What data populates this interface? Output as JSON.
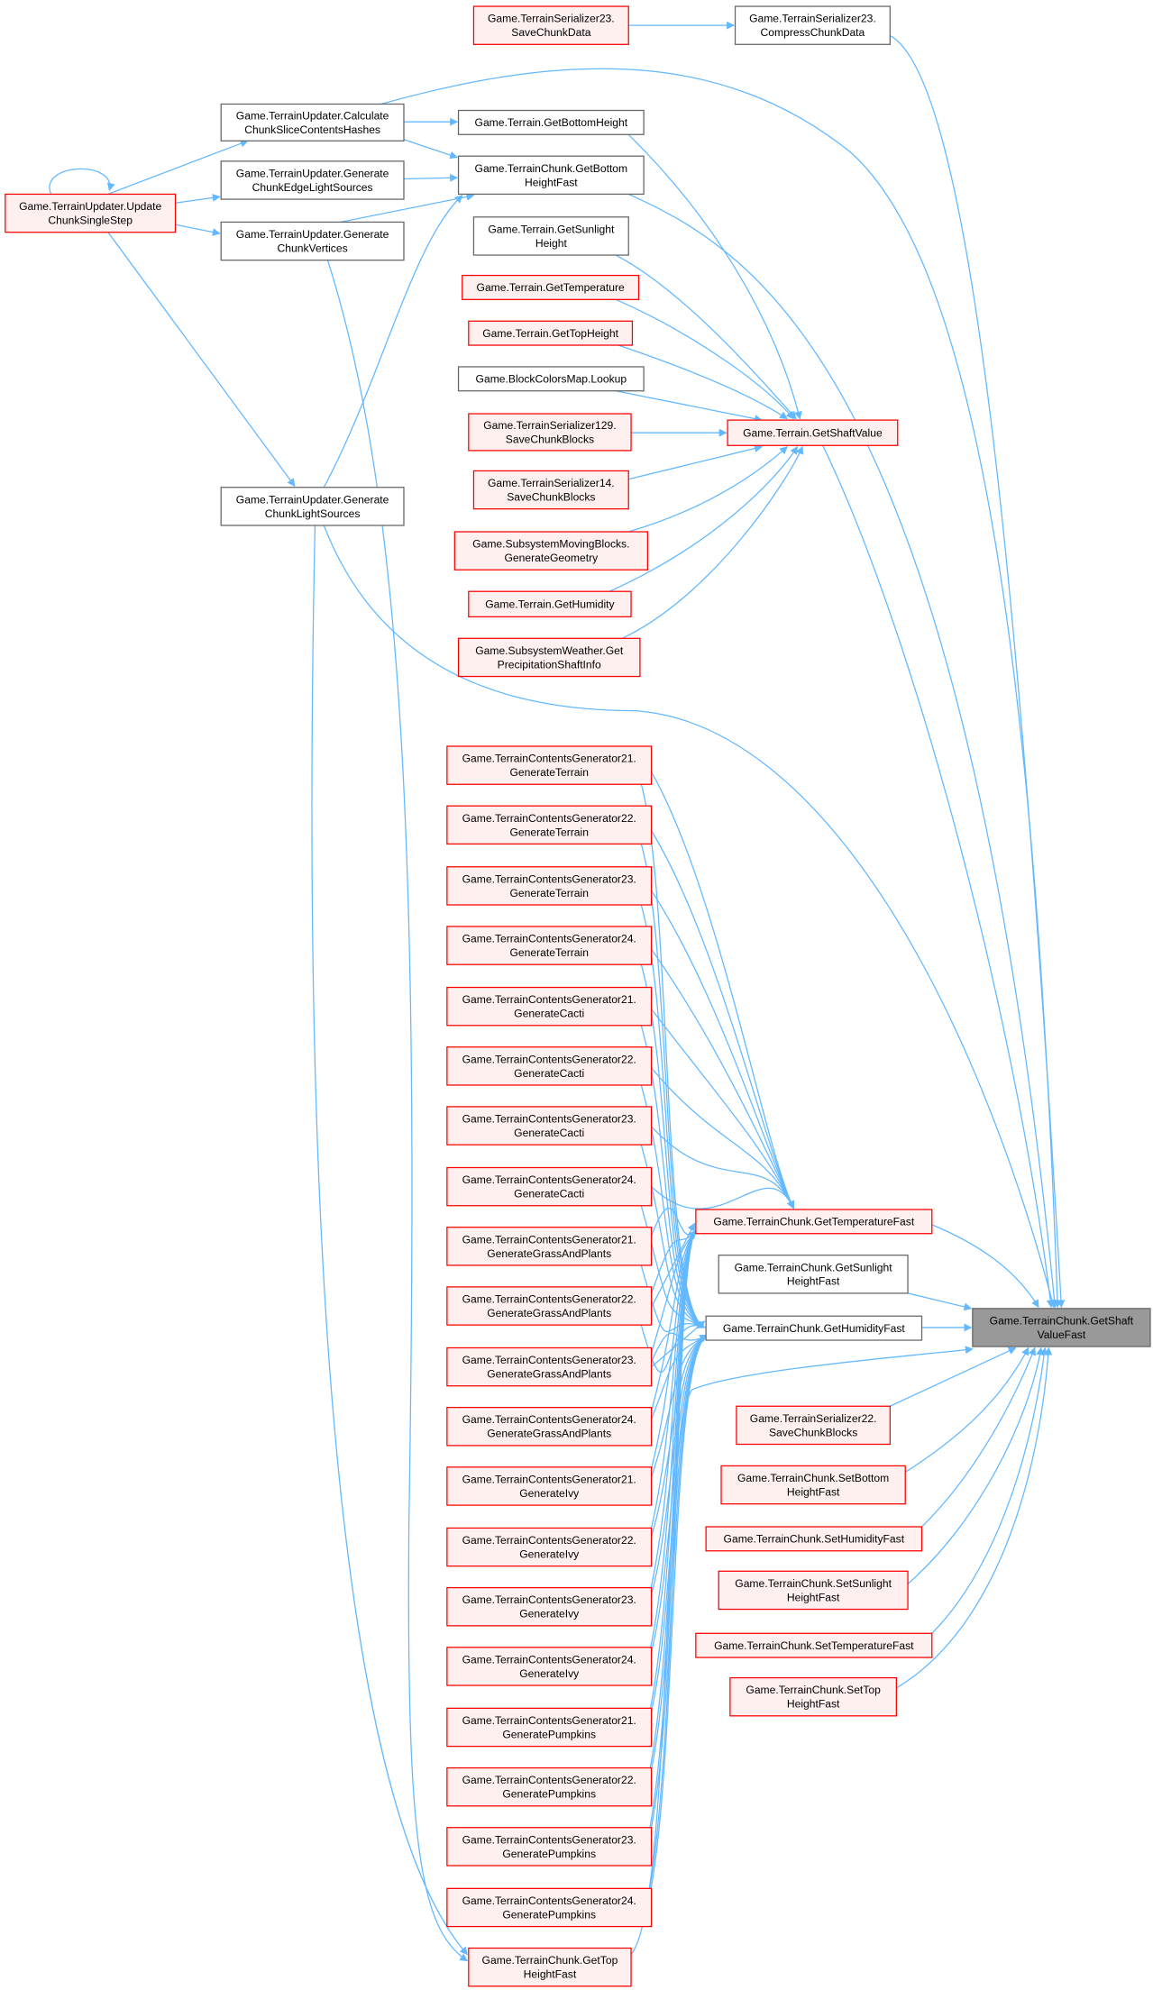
{
  "graph": {
    "edge_color": "#63b8ff",
    "caller_border_color": "#ff0000",
    "caller_fill_color": "#fff0f0",
    "target_fill_color": "#999999",
    "nodes": [
      {
        "lines": [
          "Game.TerrainSerializer23.",
          "SaveChunkData"
        ]
      },
      {
        "lines": [
          "Game.TerrainSerializer23.",
          "CompressChunkData"
        ]
      },
      {
        "lines": [
          "Game.TerrainUpdater.Calculate",
          "ChunkSliceContentsHashes"
        ]
      },
      {
        "lines": [
          "Game.Terrain.GetBottomHeight"
        ]
      },
      {
        "lines": [
          "Game.TerrainChunk.GetBottom",
          "HeightFast"
        ]
      },
      {
        "lines": [
          "Game.TerrainUpdater.Generate",
          "ChunkEdgeLightSources"
        ]
      },
      {
        "lines": [
          "Game.TerrainUpdater.Update",
          "ChunkSingleStep"
        ]
      },
      {
        "lines": [
          "Game.TerrainUpdater.Generate",
          "ChunkVertices"
        ]
      },
      {
        "lines": [
          "Game.Terrain.GetSunlight",
          "Height"
        ]
      },
      {
        "lines": [
          "Game.Terrain.GetTemperature"
        ]
      },
      {
        "lines": [
          "Game.Terrain.GetTopHeight"
        ]
      },
      {
        "lines": [
          "Game.BlockColorsMap.Lookup"
        ]
      },
      {
        "lines": [
          "Game.TerrainSerializer129.",
          "SaveChunkBlocks"
        ]
      },
      {
        "lines": [
          "Game.TerrainSerializer14.",
          "SaveChunkBlocks"
        ]
      },
      {
        "lines": [
          "Game.SubsystemMovingBlocks.",
          "GenerateGeometry"
        ]
      },
      {
        "lines": [
          "Game.Terrain.GetHumidity"
        ]
      },
      {
        "lines": [
          "Game.SubsystemWeather.Get",
          "PrecipitationShaftInfo"
        ]
      },
      {
        "lines": [
          "Game.Terrain.GetShaftValue"
        ]
      },
      {
        "lines": [
          "Game.TerrainUpdater.Generate",
          "ChunkLightSources"
        ]
      },
      {
        "lines": [
          "Game.TerrainContentsGenerator21.",
          "GenerateTerrain"
        ]
      },
      {
        "lines": [
          "Game.TerrainContentsGenerator22.",
          "GenerateTerrain"
        ]
      },
      {
        "lines": [
          "Game.TerrainContentsGenerator23.",
          "GenerateTerrain"
        ]
      },
      {
        "lines": [
          "Game.TerrainContentsGenerator24.",
          "GenerateTerrain"
        ]
      },
      {
        "lines": [
          "Game.TerrainContentsGenerator21.",
          "GenerateCacti"
        ]
      },
      {
        "lines": [
          "Game.TerrainContentsGenerator22.",
          "GenerateCacti"
        ]
      },
      {
        "lines": [
          "Game.TerrainContentsGenerator23.",
          "GenerateCacti"
        ]
      },
      {
        "lines": [
          "Game.TerrainContentsGenerator24.",
          "GenerateCacti"
        ]
      },
      {
        "lines": [
          "Game.TerrainContentsGenerator21.",
          "GenerateGrassAndPlants"
        ]
      },
      {
        "lines": [
          "Game.TerrainContentsGenerator22.",
          "GenerateGrassAndPlants"
        ]
      },
      {
        "lines": [
          "Game.TerrainContentsGenerator23.",
          "GenerateGrassAndPlants"
        ]
      },
      {
        "lines": [
          "Game.TerrainContentsGenerator24.",
          "GenerateGrassAndPlants"
        ]
      },
      {
        "lines": [
          "Game.TerrainContentsGenerator21.",
          "GenerateIvy"
        ]
      },
      {
        "lines": [
          "Game.TerrainContentsGenerator22.",
          "GenerateIvy"
        ]
      },
      {
        "lines": [
          "Game.TerrainContentsGenerator23.",
          "GenerateIvy"
        ]
      },
      {
        "lines": [
          "Game.TerrainContentsGenerator24.",
          "GenerateIvy"
        ]
      },
      {
        "lines": [
          "Game.TerrainContentsGenerator21.",
          "GeneratePumpkins"
        ]
      },
      {
        "lines": [
          "Game.TerrainContentsGenerator22.",
          "GeneratePumpkins"
        ]
      },
      {
        "lines": [
          "Game.TerrainContentsGenerator23.",
          "GeneratePumpkins"
        ]
      },
      {
        "lines": [
          "Game.TerrainContentsGenerator24.",
          "GeneratePumpkins"
        ]
      },
      {
        "lines": [
          "Game.TerrainChunk.GetTop",
          "HeightFast"
        ]
      },
      {
        "lines": [
          "Game.TerrainChunk.GetTemperatureFast"
        ]
      },
      {
        "lines": [
          "Game.TerrainChunk.GetSunlight",
          "HeightFast"
        ]
      },
      {
        "lines": [
          "Game.TerrainChunk.GetHumidityFast"
        ]
      },
      {
        "lines": [
          "Game.TerrainChunk.GetShaft",
          "ValueFast"
        ]
      },
      {
        "lines": [
          "Game.TerrainSerializer22.",
          "SaveChunkBlocks"
        ]
      },
      {
        "lines": [
          "Game.TerrainChunk.SetBottom",
          "HeightFast"
        ]
      },
      {
        "lines": [
          "Game.TerrainChunk.SetHumidityFast"
        ]
      },
      {
        "lines": [
          "Game.TerrainChunk.SetSunlight",
          "HeightFast"
        ]
      },
      {
        "lines": [
          "Game.TerrainChunk.SetTemperatureFast"
        ]
      },
      {
        "lines": [
          "Game.TerrainChunk.SetTop",
          "HeightFast"
        ]
      }
    ]
  }
}
